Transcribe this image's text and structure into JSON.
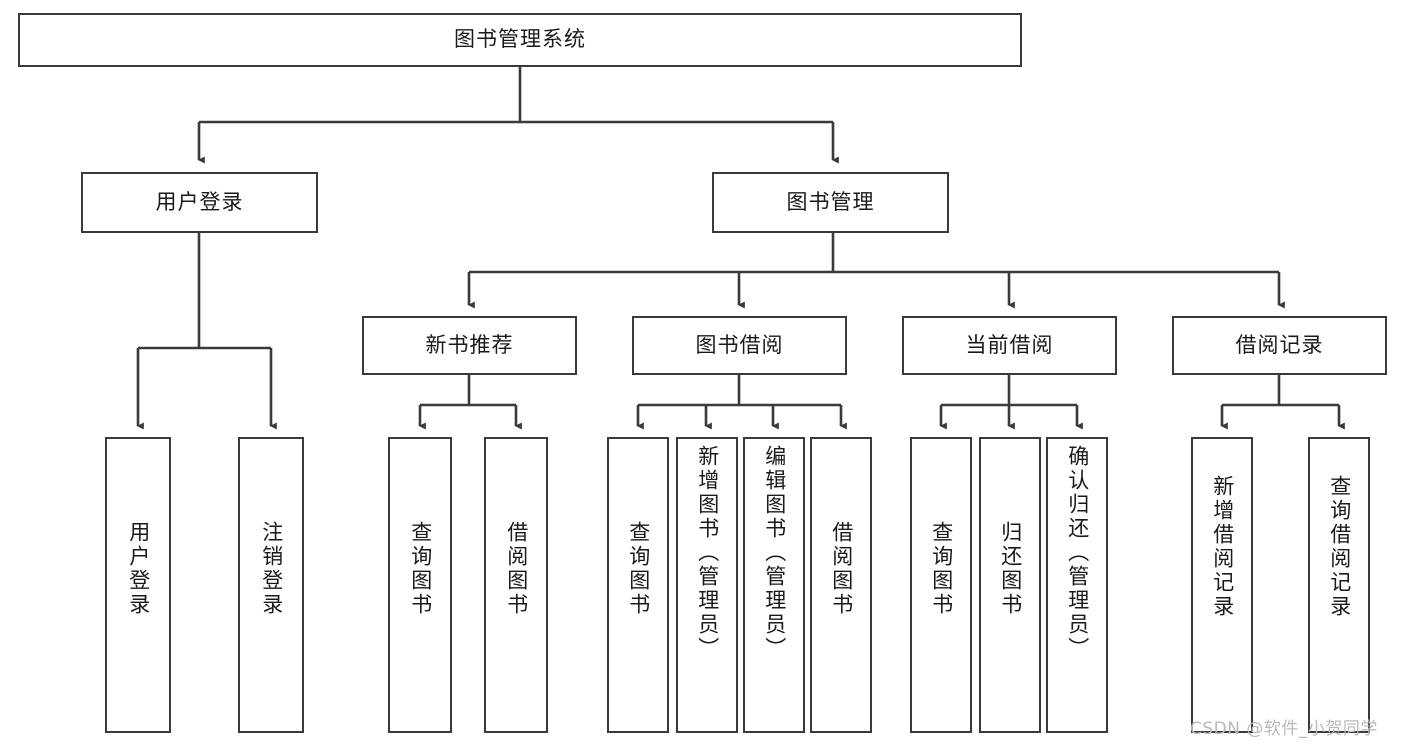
{
  "diagram": {
    "type": "tree-hierarchy",
    "title": "图书管理系统",
    "root": {
      "id": "root",
      "label": "图书管理系统"
    },
    "level1": [
      {
        "id": "user-login",
        "label": "用户登录"
      },
      {
        "id": "book-manage",
        "label": "图书管理"
      }
    ],
    "level2": [
      {
        "id": "new-book-rec",
        "label": "新书推荐",
        "parent": "book-manage"
      },
      {
        "id": "book-borrow",
        "label": "图书借阅",
        "parent": "book-manage"
      },
      {
        "id": "current-borrow",
        "label": "当前借阅",
        "parent": "book-manage"
      },
      {
        "id": "borrow-record",
        "label": "借阅记录",
        "parent": "book-manage"
      }
    ],
    "leaves": [
      {
        "id": "leaf-user-login",
        "label": "用户登录",
        "parent": "user-login"
      },
      {
        "id": "leaf-user-logout",
        "label": "注销登录",
        "parent": "user-login"
      },
      {
        "id": "leaf-query-book-1",
        "label": "查询图书",
        "parent": "new-book-rec"
      },
      {
        "id": "leaf-borrow-book-1",
        "label": "借阅图书",
        "parent": "new-book-rec"
      },
      {
        "id": "leaf-query-book-2",
        "label": "查询图书",
        "parent": "book-borrow"
      },
      {
        "id": "leaf-add-book",
        "label": "新增图书（管理员）",
        "parent": "book-borrow"
      },
      {
        "id": "leaf-edit-book",
        "label": "编辑图书（管理员）",
        "parent": "book-borrow"
      },
      {
        "id": "leaf-borrow-book-2",
        "label": "借阅图书",
        "parent": "book-borrow"
      },
      {
        "id": "leaf-query-book-3",
        "label": "查询图书",
        "parent": "current-borrow"
      },
      {
        "id": "leaf-return-book",
        "label": "归还图书",
        "parent": "current-borrow"
      },
      {
        "id": "leaf-confirm-return",
        "label": "确认归还（管理员）",
        "parent": "current-borrow"
      },
      {
        "id": "leaf-add-record",
        "label": "新增借阅记录",
        "parent": "borrow-record"
      },
      {
        "id": "leaf-query-record",
        "label": "查询借阅记录",
        "parent": "borrow-record"
      }
    ]
  },
  "watermark": {
    "text": "CSDN @软件_小贺同学"
  },
  "colors": {
    "stroke": "#3a3a3a",
    "background": "#ffffff",
    "text": "#1a1a1a",
    "watermark": "#b9b9b9"
  }
}
